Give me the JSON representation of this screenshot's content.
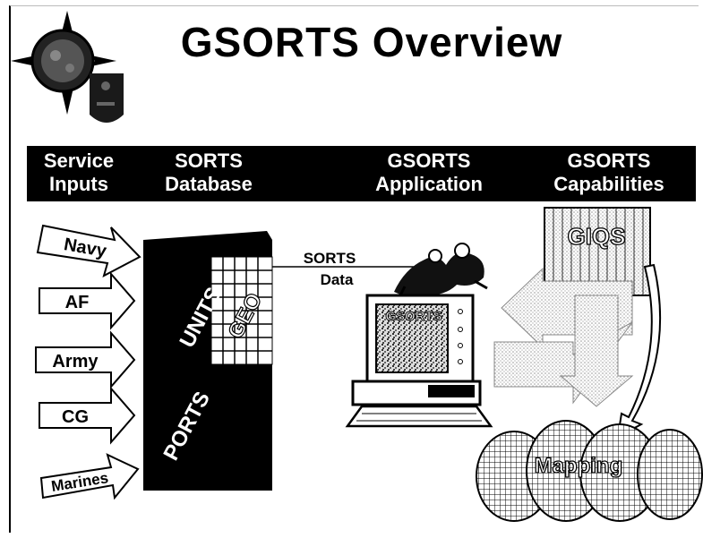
{
  "slide": {
    "title": "GSORTS Overview"
  },
  "headers": [
    {
      "text": "Service\nInputs"
    },
    {
      "text": "SORTS\nDatabase"
    },
    {
      "text": "GSORTS\nApplication"
    },
    {
      "text": "GSORTS\nCapabilities"
    }
  ],
  "service_inputs": [
    "Navy",
    "AF",
    "Army",
    "CG",
    "Marines"
  ],
  "database": {
    "units_label": "UNITS",
    "geo_label": "GEO",
    "ports_label": "PORTS"
  },
  "link": {
    "line1": "SORTS",
    "line2": "Data"
  },
  "application": {
    "screen_label": "GSORTS"
  },
  "capabilities": {
    "giqs_label": "GIQS",
    "mapping_label": "Mapping"
  },
  "colors": {
    "bar": "#000000",
    "db_fill": "#000000",
    "grid_fill": "#ffffff",
    "stipple": "#c8c8c8"
  }
}
